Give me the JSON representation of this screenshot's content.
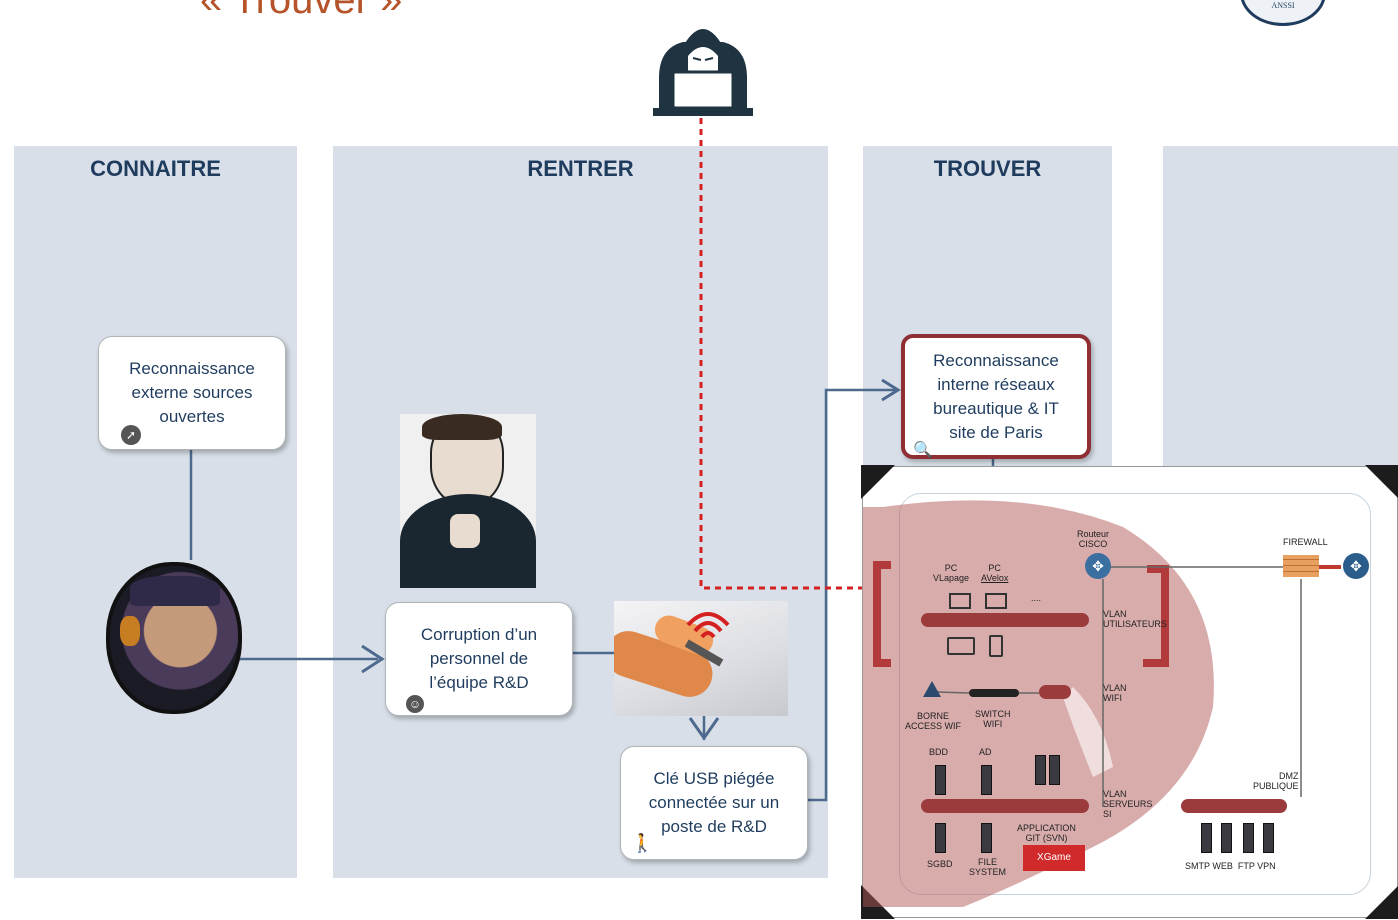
{
  "title": "« Trouver »",
  "lanes": {
    "connaitre": "CONNAITRE",
    "rentrer": "RENTRER",
    "trouver": "TROUVER",
    "empty": ""
  },
  "boxes": {
    "reco_ext": [
      "Reconnaissance",
      "externe sources",
      "ouvertes"
    ],
    "corruption": [
      "Corruption d’un",
      "personnel de",
      "l’équipe R&D"
    ],
    "cle_usb": [
      "Clé USB piégée",
      "connectée sur un",
      "poste de R&D"
    ],
    "reco_int": [
      "Reconnaissance",
      "interne réseaux",
      "bureautique & IT",
      "site de Paris"
    ]
  },
  "logo": "ANSSI",
  "network": {
    "routeur": [
      "Routeur",
      "CISCO"
    ],
    "firewall": "FIREWALL",
    "pc1": [
      "PC",
      "VLapage"
    ],
    "pc2": [
      "PC",
      "AVelox"
    ],
    "dots": "....",
    "vlan_users": [
      "VLAN",
      "UTILISATEURS"
    ],
    "vlan_wifi": [
      "VLAN",
      "WIFI"
    ],
    "borne": [
      "BORNE",
      "ACCESS WIF"
    ],
    "switch": [
      "SWITCH",
      "WIFI"
    ],
    "bdd": "BDD",
    "ad": "AD",
    "vlan_serveurs": [
      "VLAN",
      "SERVEURS",
      "SI"
    ],
    "application": [
      "APPLICATION",
      "GIT (SVN)"
    ],
    "xgame": "XGame",
    "sgbd": "SGBD",
    "file_system": [
      "FILE",
      "SYSTEM"
    ],
    "dmz": [
      "DMZ",
      "PUBLIQUE"
    ],
    "dmz_servers": "SMTP WEB  FTP VPN"
  },
  "colors": {
    "lane": "#d8dfe8",
    "heading": "#1f3c5e",
    "accent_red": "#8f2f33",
    "attack_line": "#d42020"
  }
}
